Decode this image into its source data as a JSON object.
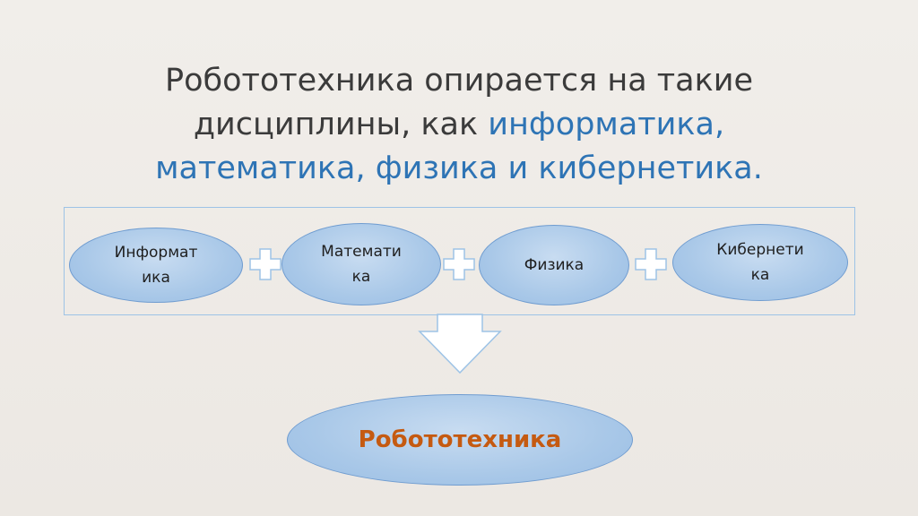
{
  "title": {
    "part1": "Робототехника опирается на такие дисциплины, как ",
    "highlight": "информатика, математика, физика и кибернетика."
  },
  "disciplines": [
    {
      "label": "Информат\nика"
    },
    {
      "label": "Математи\nка"
    },
    {
      "label": "Физика"
    },
    {
      "label": "Кибернети\nка"
    }
  ],
  "result": {
    "label": "Робототехника"
  },
  "colors": {
    "title_text": "#3b3b3b",
    "highlight": "#2e74b5",
    "node_fill": "#a9c8e8",
    "node_border": "#6f9cd0",
    "result_text": "#c55a11",
    "frame_border": "#9dc3e6"
  }
}
